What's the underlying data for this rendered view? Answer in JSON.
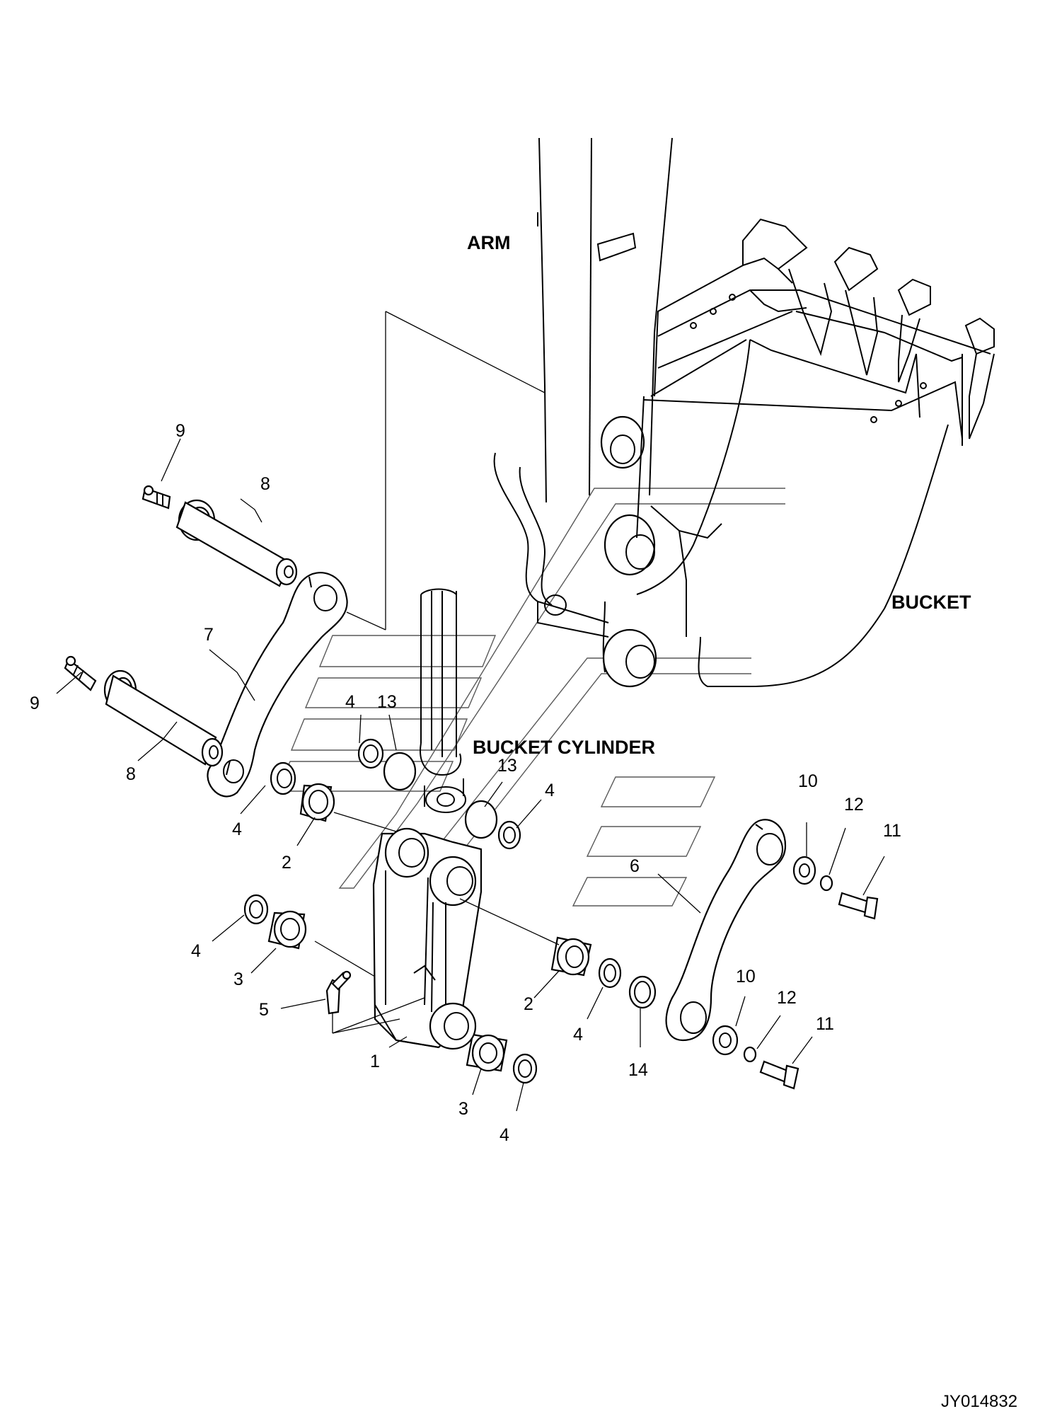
{
  "labels": {
    "arm": "ARM",
    "bucket": "BUCKET",
    "bucket_cylinder": "BUCKET CYLINDER"
  },
  "drawing_ref": "JY014832",
  "callouts": {
    "c1": "1",
    "c2a": "2",
    "c2b": "2",
    "c3a": "3",
    "c3b": "3",
    "c4a": "4",
    "c4b": "4",
    "c4c": "4",
    "c4d": "4",
    "c4e": "4",
    "c4f": "4",
    "c5": "5",
    "c6": "6",
    "c7": "7",
    "c8a": "8",
    "c8b": "8",
    "c9a": "9",
    "c9b": "9",
    "c10a": "10",
    "c10b": "10",
    "c11a": "11",
    "c11b": "11",
    "c12a": "12",
    "c12b": "12",
    "c13a": "13",
    "c13b": "13",
    "c14": "14"
  }
}
